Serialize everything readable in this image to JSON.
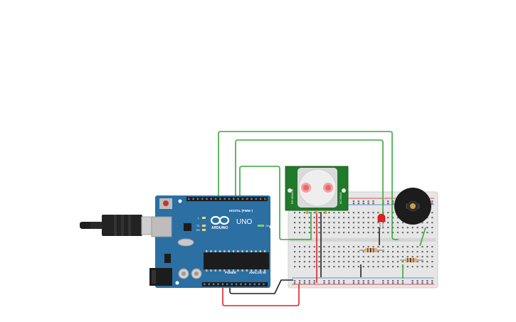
{
  "board": {
    "brand": "ARDUINO",
    "model": "UNO",
    "digital_label": "DIGITAL (PWM~)",
    "power_label": "POWER",
    "analog_label": "ANALOG IN",
    "tx_label": "TX",
    "rx_label": "RX",
    "led_label": "L",
    "on_label": "ON"
  },
  "pir": {
    "left_label": "PIR SENSOR",
    "right_label": "HC-SR501"
  },
  "colors": {
    "board": "#2b6fa3",
    "wire_green": "#3aa83a",
    "wire_red": "#d8232a",
    "wire_black": "#222222",
    "breadboard": "#e8e8e8",
    "pir_pcb": "#1f7a2a",
    "buzzer": "#1c1c1c",
    "led": "#e02020",
    "background": "#ffffff"
  },
  "icons": [
    "usb-plug-icon",
    "reset-button-icon",
    "power-jack-icon"
  ]
}
